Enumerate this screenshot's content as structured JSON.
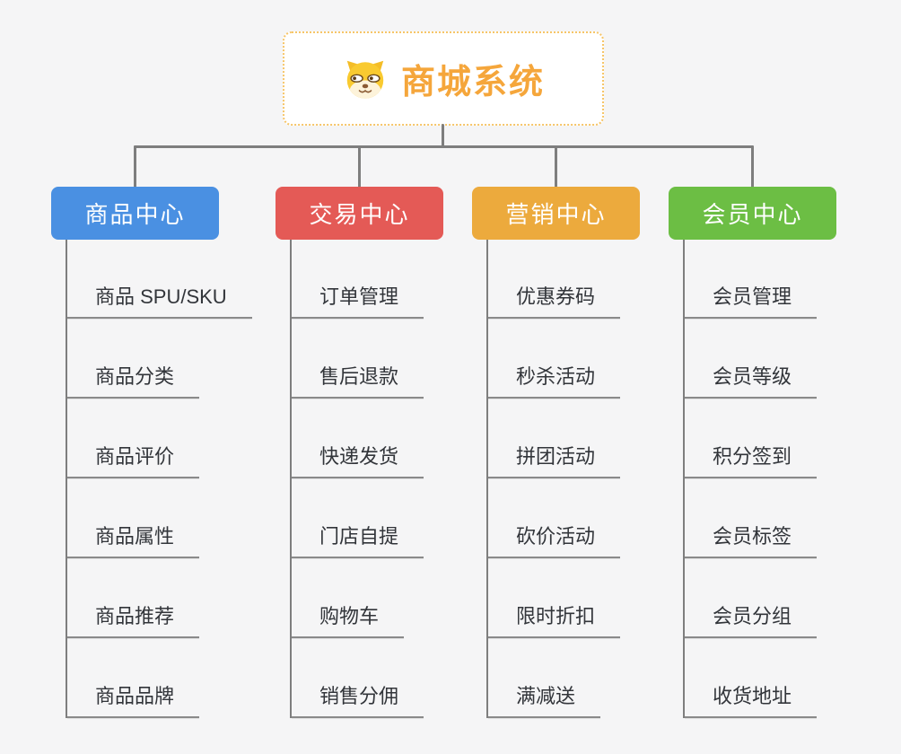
{
  "root": {
    "title": "商城系统",
    "icon": "dog-face-icon",
    "accent_color": "#f5a63b",
    "border_color": "#f6c568"
  },
  "connector_color": "#7e7e7e",
  "branches": [
    {
      "label": "商品中心",
      "color": "#4a90e2",
      "children": [
        "商品 SPU/SKU",
        "商品分类",
        "商品评价",
        "商品属性",
        "商品推荐",
        "商品品牌"
      ]
    },
    {
      "label": "交易中心",
      "color": "#e45a56",
      "children": [
        "订单管理",
        "售后退款",
        "快递发货",
        "门店自提",
        "购物车",
        "销售分佣"
      ]
    },
    {
      "label": "营销中心",
      "color": "#ecaa3d",
      "children": [
        "优惠券码",
        "秒杀活动",
        "拼团活动",
        "砍价活动",
        "限时折扣",
        "满减送"
      ]
    },
    {
      "label": "会员中心",
      "color": "#6cbe44",
      "children": [
        "会员管理",
        "会员等级",
        "积分签到",
        "会员标签",
        "会员分组",
        "收货地址"
      ]
    }
  ]
}
